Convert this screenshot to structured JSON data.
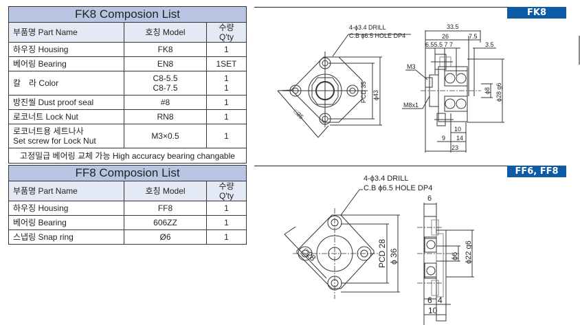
{
  "fk8_list": {
    "title": "FK8 Composion List",
    "headers": {
      "part": "부품명 Part Name",
      "model": "호칭 Model",
      "qty": "수량 Q'ty"
    },
    "rows": [
      {
        "part": "하우징 Housing",
        "model": "FK8",
        "qty": "1"
      },
      {
        "part": "베어링 Bearing",
        "model": "EN8",
        "qty": "1SET"
      },
      {
        "part": "칼　라 Color",
        "model_lines": [
          "C8-5.5",
          "C8-7.5"
        ],
        "qty_lines": [
          "1",
          "1"
        ]
      },
      {
        "part": "방진씰 Dust proof seal",
        "model": "#8",
        "qty": "1"
      },
      {
        "part": "로코너트 Lock Nut",
        "model": "RN8",
        "qty": "1"
      },
      {
        "part_lines": [
          "로코너트용 세트나사",
          "Set screw for Lock Nut"
        ],
        "model": "M3×0.5",
        "qty": "1"
      }
    ],
    "note": "고정밀급 베어링 교체 가능 High accuracy bearing changable"
  },
  "ff8_list": {
    "title": "FF8 Composion List",
    "headers": {
      "part": "부품명 Part Name",
      "model": "호칭 Model",
      "qty": "수량 Q'ty"
    },
    "rows": [
      {
        "part": "하우징 Housing",
        "model": "FF8",
        "qty": "1"
      },
      {
        "part": "베어링 Bearing",
        "model": "606ZZ",
        "qty": "1"
      },
      {
        "part": "스냅링 Snap ring",
        "model": "Ø6",
        "qty": "1"
      }
    ]
  },
  "fk8_drawing": {
    "badge": "FK8",
    "callout_line1": "4-ϕ3.4 DRILL",
    "callout_line2": "C.B ϕ6.5 HOLE DP4",
    "dim_square": "□35",
    "dim_pcd": "PCD 35",
    "dim_outer_dia": "ϕ43",
    "dim_total_length": "33.5",
    "dim_26": "26",
    "dim_7_5": "7.5",
    "dim_sub": "6.55.5  7    7",
    "dim_3_5": "3.5",
    "label_m3": "M3",
    "label_m8": "M8x1",
    "dim_shaft": "ϕ8",
    "dim_fit": "ϕ28 g6",
    "dim_10": "10",
    "dim_9": "9",
    "dim_14": "14",
    "dim_23": "23"
  },
  "ff8_drawing": {
    "badge": "FF6, FF8",
    "callout_line1": "4-ϕ3.4 DRILL",
    "callout_line2": "C.B ϕ6.5 HOLE DP4",
    "dim_square": "□28",
    "dim_pcd": "PCD 28",
    "dim_outer_dia": "ϕ 36",
    "dim_top": "6",
    "dim_shaft": "ϕ6",
    "dim_fit": "ϕ22 g6",
    "dim_6": "6",
    "dim_4": "4",
    "dim_10": "10"
  }
}
